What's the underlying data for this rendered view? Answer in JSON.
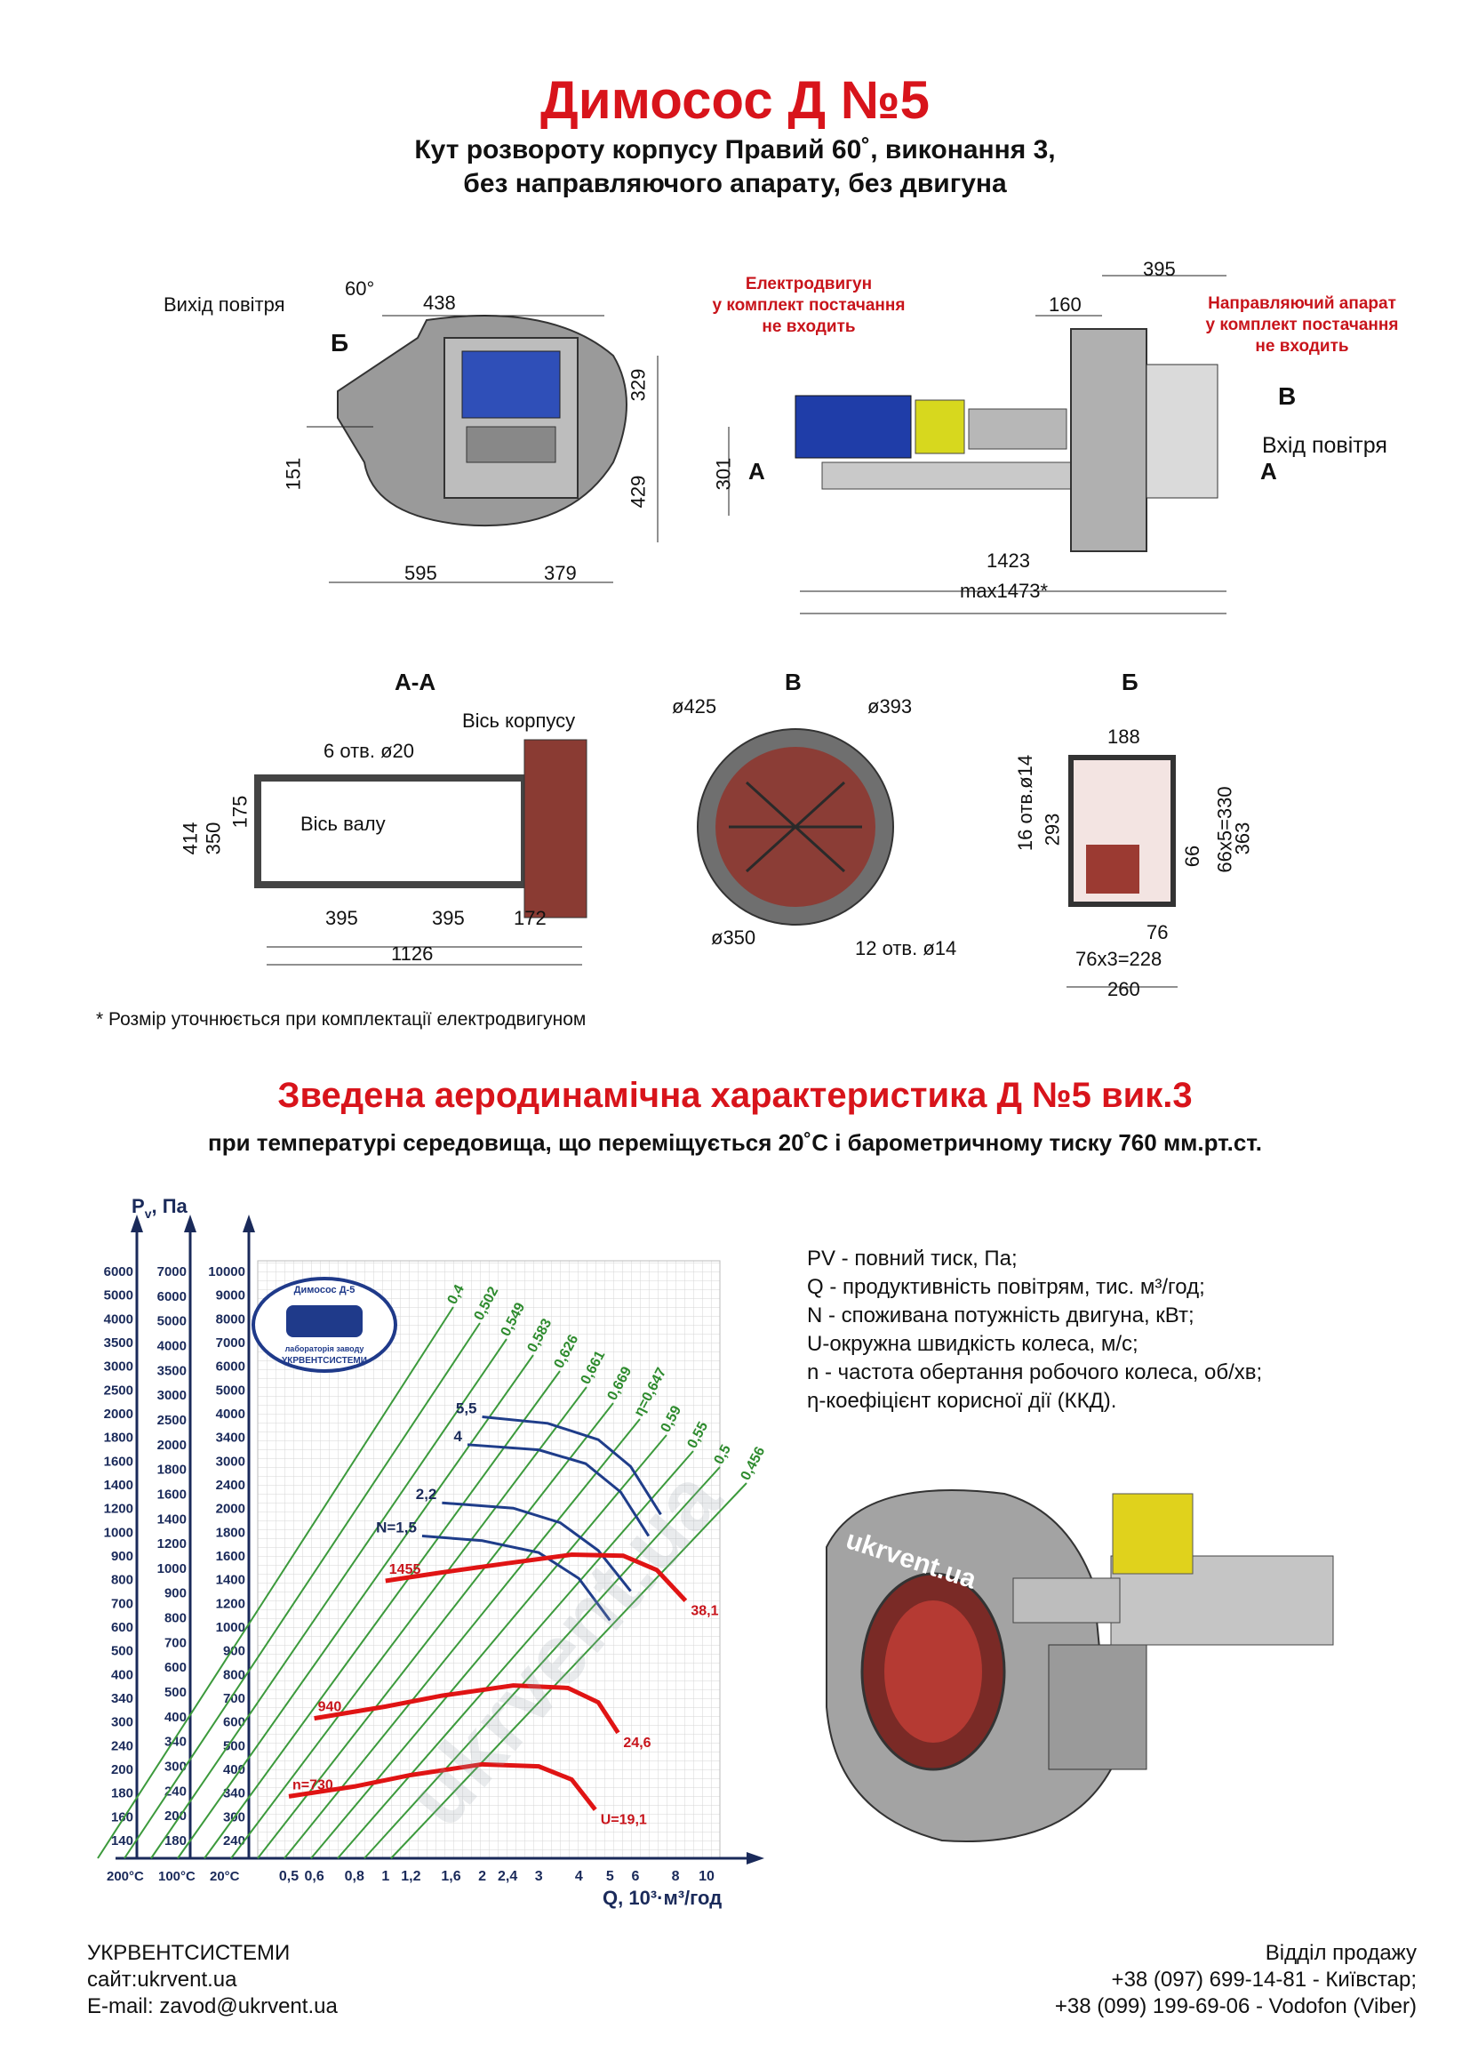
{
  "header": {
    "title": "Димосос  Д №5",
    "subtitle_line1": "Кут розвороту корпусу Правий 60˚, виконання 3,",
    "subtitle_line2": "без направляючого апарату, без двигуна"
  },
  "drawing_top": {
    "air_outlet": "Вихід повітря",
    "angle": "60°",
    "dims": {
      "d438": "438",
      "d329": "329",
      "d429": "429",
      "d151": "151",
      "d595": "595",
      "d379": "379"
    },
    "section_b": "Б",
    "motor_note": [
      "Електродвигун",
      "у комплект постачання",
      "не входить"
    ],
    "guide_note": [
      "Направляючий апарат",
      "у комплект постачання",
      "не входить"
    ],
    "side_dims": {
      "d395": "395",
      "d160": "160",
      "d301": "301",
      "d1423": "1423",
      "dmax": "max1473*"
    },
    "air_inlet": "Вхід повітря",
    "mark_b": "В",
    "mark_a": "А"
  },
  "sections": {
    "aa": {
      "title": "А-А",
      "axis_body": "Вісь корпусу",
      "holes": "6 отв. ø20",
      "axis_shaft": "Вісь валу",
      "d414": "414",
      "d350": "350",
      "d175": "175",
      "d395a": "395",
      "d395b": "395",
      "d172": "172",
      "d1126": "1126"
    },
    "v": {
      "title": "В",
      "d425": "ø425",
      "d393": "ø393",
      "d350": "ø350",
      "holes": "12 отв. ø14"
    },
    "b": {
      "title": "Б",
      "d188": "188",
      "holes": "16 отв.ø14",
      "d293": "293",
      "d66": "66",
      "d66x5": "66х5=330",
      "d363": "363",
      "d76": "76",
      "d76x3": "76х3=228",
      "d260": "260"
    }
  },
  "footnote": "* Розмір уточнюється при комплектації електродвигуном",
  "chart_section": {
    "title": "Зведена аеродинамічна характеристика Д №5 вик.3",
    "subtitle": "при температурі середовища, що переміщується 20˚С і барометричному тиску 760 мм.рт.ст."
  },
  "watermark": "ukrvent.ua",
  "logo": {
    "top": "Димосос Д-5",
    "bottom1": "лабораторія заводу",
    "bottom2": "УКРВЕНТСИСТЕМИ"
  },
  "legend": [
    "PV - повний тиск, Па;",
    "Q - продуктивність повітрям, тис. м³/год;",
    "N - споживана потужність двигуна, кВт;",
    "U-окружна швидкість колеса, м/с;",
    "n - частота обертання робочого колеса, об/хв;",
    "η-коефіцієнт корисної дії (ККД)."
  ],
  "chart_data": {
    "type": "line",
    "x_scale": "log",
    "y_scale": "log",
    "ylabel": "P",
    "ylabel_sub": "v",
    "ylabel_unit": ", Па",
    "xlabel": "Q, 10³·м³/год",
    "x_ticks": [
      "0,5",
      "0,6",
      "0,8",
      "1",
      "1,2",
      "1,6",
      "2",
      "2,4",
      "3",
      "4",
      "5",
      "6",
      "8",
      "10"
    ],
    "x_tick_values": [
      0.5,
      0.6,
      0.8,
      1,
      1.2,
      1.6,
      2,
      2.4,
      3,
      4,
      5,
      6,
      8,
      10
    ],
    "temp_labels": [
      "200°С",
      "100°С",
      "20°С"
    ],
    "y_axis_200": [
      "6000",
      "5000",
      "4000",
      "3500",
      "3000",
      "2500",
      "2000",
      "1800",
      "1600",
      "1400",
      "1200",
      "1000",
      "900",
      "800",
      "700",
      "600",
      "500",
      "400",
      "340",
      "300",
      "240",
      "200",
      "180",
      "160",
      "140"
    ],
    "y_axis_100": [
      "7000",
      "6000",
      "5000",
      "4000",
      "3500",
      "3000",
      "2500",
      "2000",
      "1800",
      "1600",
      "1400",
      "1200",
      "1000",
      "900",
      "800",
      "700",
      "600",
      "500",
      "400",
      "340",
      "300",
      "240",
      "200",
      "180"
    ],
    "y_axis_20": [
      "10000",
      "9000",
      "8000",
      "7000",
      "6000",
      "5000",
      "4000",
      "3400",
      "3000",
      "2400",
      "2000",
      "1800",
      "1600",
      "1400",
      "1200",
      "1000",
      "900",
      "800",
      "700",
      "600",
      "500",
      "400",
      "340",
      "300",
      "240"
    ],
    "ylim_20c": [
      200,
      10000
    ],
    "xlim": [
      0.4,
      11
    ],
    "series": [
      {
        "name": "n=730",
        "label_end": "U=19,1",
        "x": [
          0.5,
          0.8,
          1.2,
          2,
          3,
          3.8,
          4.5
        ],
        "y": [
          300,
          320,
          345,
          370,
          365,
          335,
          275
        ]
      },
      {
        "name": "940",
        "label_end": "24,6",
        "x": [
          0.6,
          1,
          1.5,
          2.5,
          3.7,
          4.6,
          5.3
        ],
        "y": [
          500,
          540,
          580,
          620,
          610,
          555,
          455
        ]
      },
      {
        "name": "1455",
        "label_end": "38,1",
        "x": [
          1,
          1.5,
          2.4,
          3.8,
          5.5,
          7,
          8.6
        ],
        "y": [
          1230,
          1300,
          1380,
          1460,
          1450,
          1320,
          1080
        ]
      }
    ],
    "power_curves": [
      {
        "name": "N=1,5",
        "x": [
          1.3,
          2,
          3,
          4,
          5
        ],
        "y": [
          1650,
          1600,
          1480,
          1250,
          950
        ]
      },
      {
        "name": "2,2",
        "x": [
          1.5,
          2.5,
          3.5,
          4.6,
          5.8
        ],
        "y": [
          2050,
          1980,
          1800,
          1500,
          1150
        ]
      },
      {
        "name": "4",
        "x": [
          1.8,
          3,
          4.2,
          5.4,
          6.6
        ],
        "y": [
          3000,
          2900,
          2650,
          2200,
          1650
        ]
      },
      {
        "name": "5,5",
        "x": [
          2,
          3.2,
          4.6,
          5.8,
          7.2
        ],
        "y": [
          3600,
          3450,
          3100,
          2600,
          1900
        ]
      }
    ],
    "efficiency_labels": [
      "0,4",
      "0,502",
      "0,549",
      "0,583",
      "0,626",
      "0,661",
      "0,669",
      "η=0,647",
      "0,59",
      "0,55",
      "0,5",
      "0,456"
    ]
  },
  "footer": {
    "company": "УКРВЕНТСИСТЕМИ",
    "site": "сайт:ukrvent.ua",
    "email": "E-mail: zavod@ukrvent.ua",
    "sales": "Відділ продажу",
    "phone1": "+38 (097) 699-14-81 - Київстар;",
    "phone2": "+38 (099) 199-69-06 - Vodofon (Viber)"
  }
}
